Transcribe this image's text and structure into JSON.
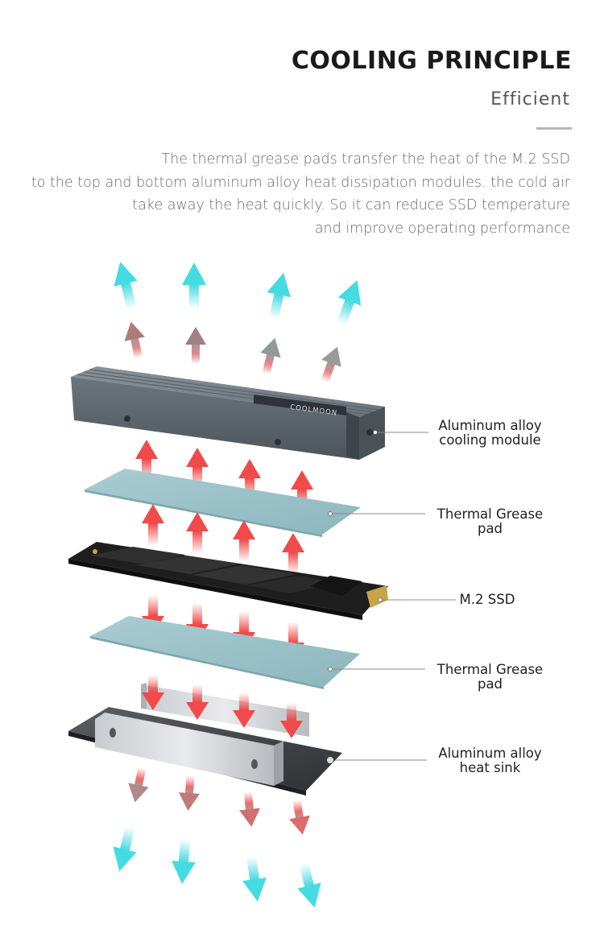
{
  "header": {
    "title": "COOLING PRINCIPLE",
    "subtitle": "Efficient"
  },
  "description": {
    "lines": [
      "The thermal grease pads transfer the heat of the M.2 SSD",
      "to the top and bottom aluminum alloy heat dissipation modules. the cold air",
      "take away the heat quickly. So it can reduce SSD temperature",
      "and improve operating performance"
    ]
  },
  "diagram": {
    "brand_marking": "COOLMOON",
    "labels": {
      "cooling_module": [
        "Aluminum alloy",
        "cooling module"
      ],
      "grease_pad_top": [
        "Thermal Grease",
        "pad"
      ],
      "ssd": [
        "M.2 SSD"
      ],
      "grease_pad_bottom": [
        "Thermal Grease",
        "pad"
      ],
      "heat_sink": [
        "Aluminum alloy",
        "heat sink"
      ]
    },
    "colors": {
      "cold_air": "#3fd8e0",
      "hot_air": "#f04848",
      "aluminum": "#5c656d",
      "pad": "#9fc5cc",
      "pcb": "#222222"
    }
  }
}
